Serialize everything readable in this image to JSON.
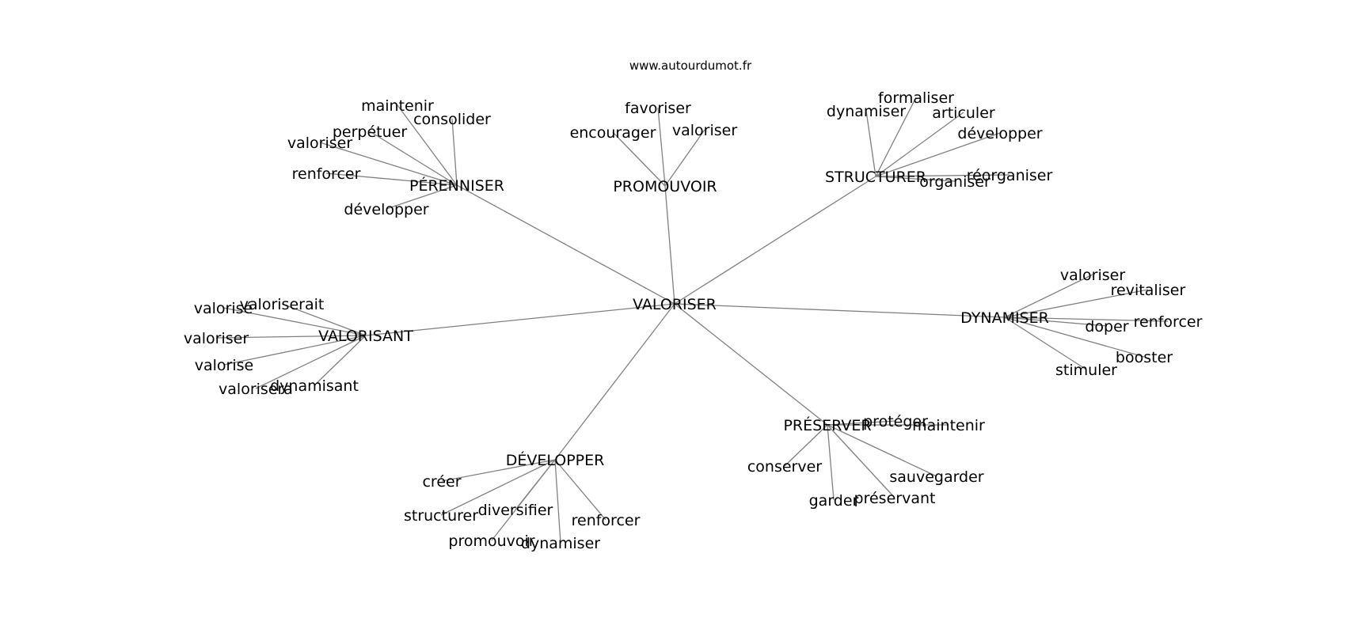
{
  "source": "www.autourdumot.fr",
  "center": "VALORISER",
  "branches": [
    {
      "label": "PÉRENNISER",
      "leaves": [
        "maintenir",
        "consolider",
        "perpétuer",
        "valoriser",
        "renforcer",
        "développer"
      ]
    },
    {
      "label": "PROMOUVOIR",
      "leaves": [
        "favoriser",
        "encourager",
        "valoriser"
      ]
    },
    {
      "label": "STRUCTURER",
      "leaves": [
        "formaliser",
        "dynamiser",
        "articuler",
        "développer",
        "réorganiser",
        "organiser"
      ]
    },
    {
      "label": "DYNAMISER",
      "leaves": [
        "valoriser",
        "revitaliser",
        "renforcer",
        "doper",
        "booster",
        "stimuler"
      ]
    },
    {
      "label": "PRÉSERVER",
      "leaves": [
        "protéger",
        "maintenir",
        "conserver",
        "sauvegarder",
        "préservant",
        "garder"
      ]
    },
    {
      "label": "DÉVELOPPER",
      "leaves": [
        "créer",
        "structurer",
        "diversifier",
        "renforcer",
        "promouvoir",
        "dynamiser"
      ]
    },
    {
      "label": "VALORISANT",
      "leaves": [
        "valoriserait",
        "valorisé",
        "valoriser",
        "valorise",
        "valorisera",
        "dynamisant"
      ]
    }
  ]
}
